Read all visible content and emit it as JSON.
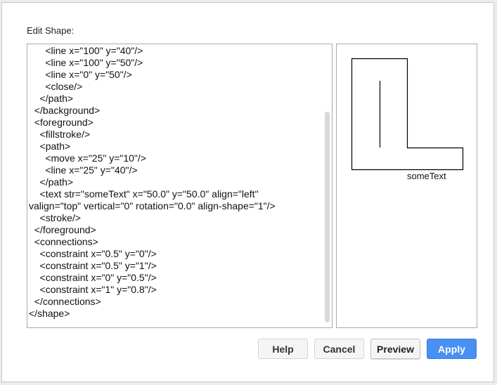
{
  "dialog": {
    "title": "Edit Shape:"
  },
  "editor": {
    "lines": [
      "      <line x=\"100\" y=\"40\"/>",
      "      <line x=\"100\" y=\"50\"/>",
      "      <line x=\"0\" y=\"50\"/>",
      "      <close/>",
      "    </path>",
      "  </background>",
      "  <foreground>",
      "    <fillstroke/>",
      "    <path>",
      "      <move x=\"25\" y=\"10\"/>",
      "      <line x=\"25\" y=\"40\"/>",
      "    </path>",
      "    <text str=\"someText\" x=\"50.0\" y=\"50.0\" align=\"left\"",
      "valign=\"top\" vertical=\"0\" rotation=\"0.0\" align-shape=\"1\"/>",
      "    <stroke/>",
      "  </foreground>",
      "  <connections>",
      "    <constraint x=\"0.5\" y=\"0\"/>",
      "    <constraint x=\"0.5\" y=\"1\"/>",
      "    <constraint x=\"0\" y=\"0.5\"/>",
      "    <constraint x=\"1\" y=\"0.8\"/>",
      "  </connections>",
      "</shape>"
    ]
  },
  "preview": {
    "label": "someText"
  },
  "buttons": {
    "help": "Help",
    "cancel": "Cancel",
    "preview": "Preview",
    "apply": "Apply"
  },
  "colors": {
    "accent": "#4a8ff2"
  }
}
